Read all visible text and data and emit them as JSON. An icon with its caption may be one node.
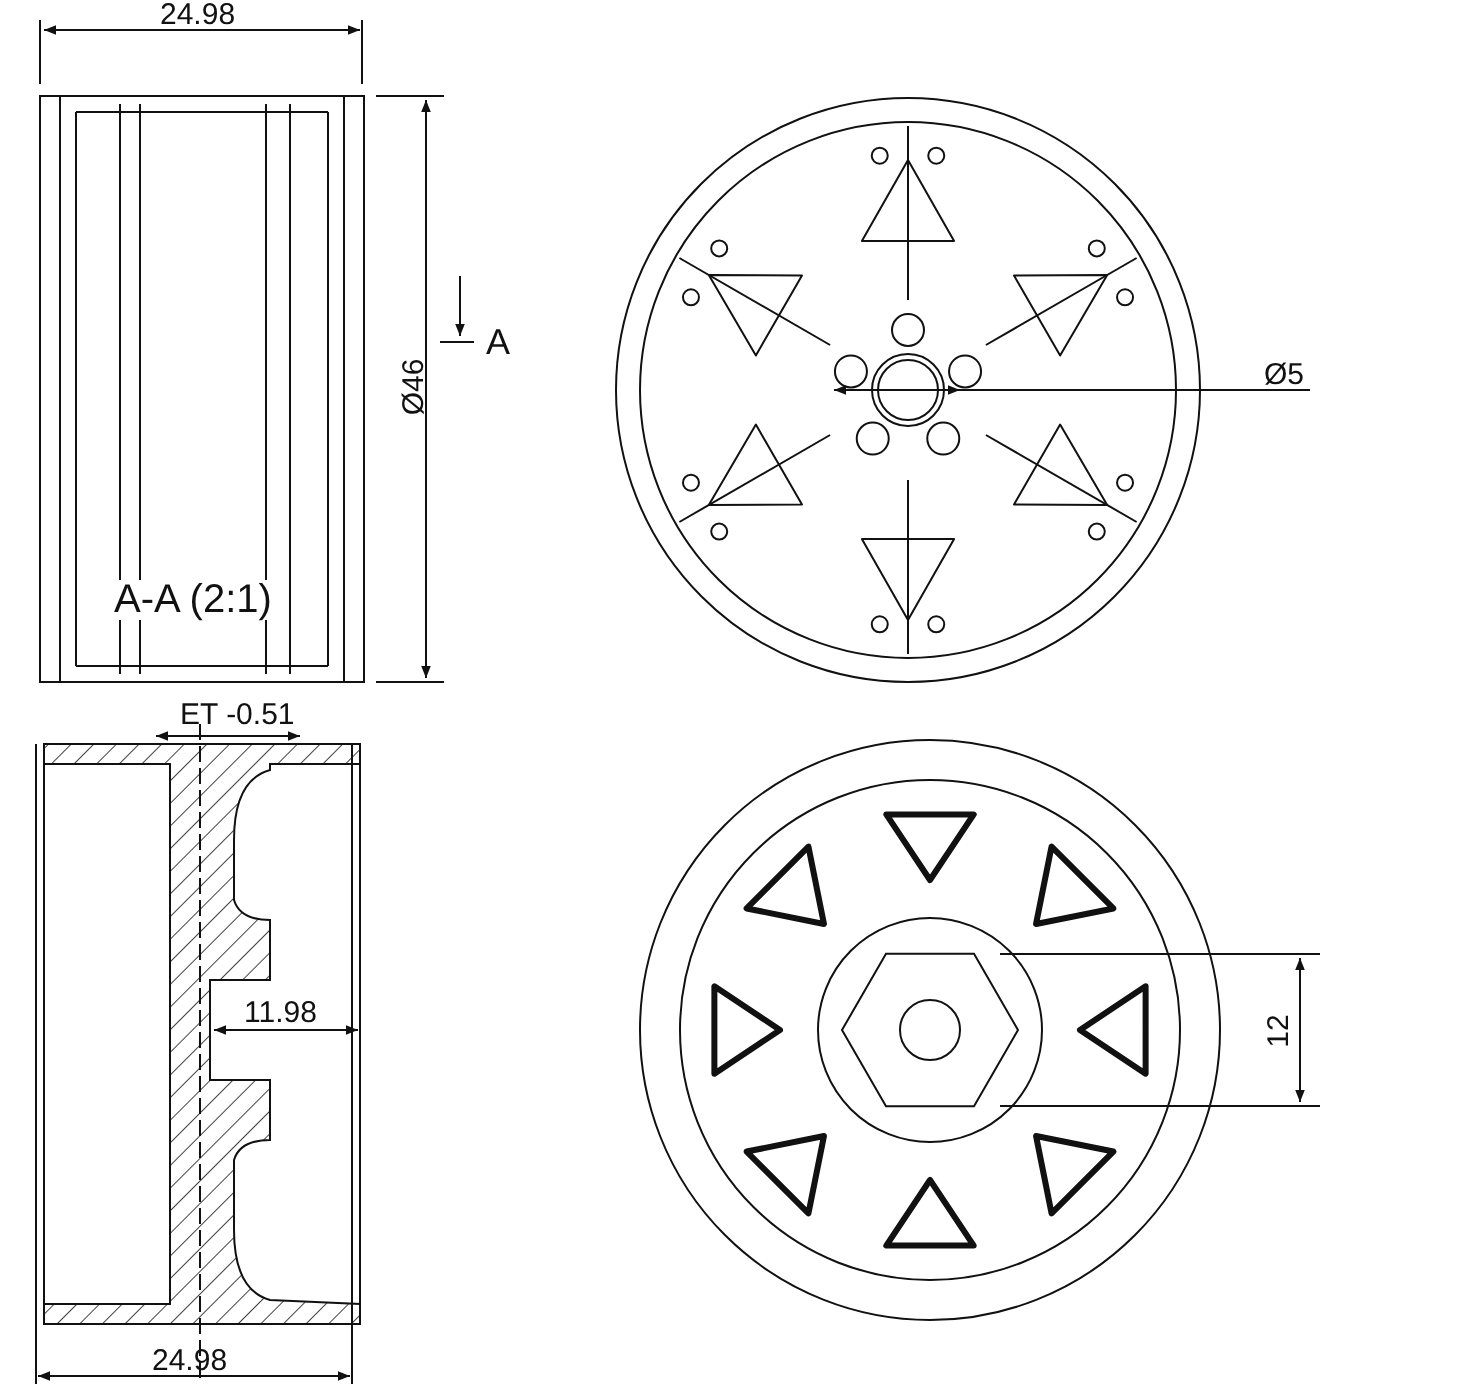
{
  "diagram": {
    "labels": [
      "24.98",
      "A",
      "Ø46",
      "Ø5",
      "A-A (2:1)",
      "ET -0.51",
      "11.98",
      "12",
      "24.98"
    ]
  }
}
